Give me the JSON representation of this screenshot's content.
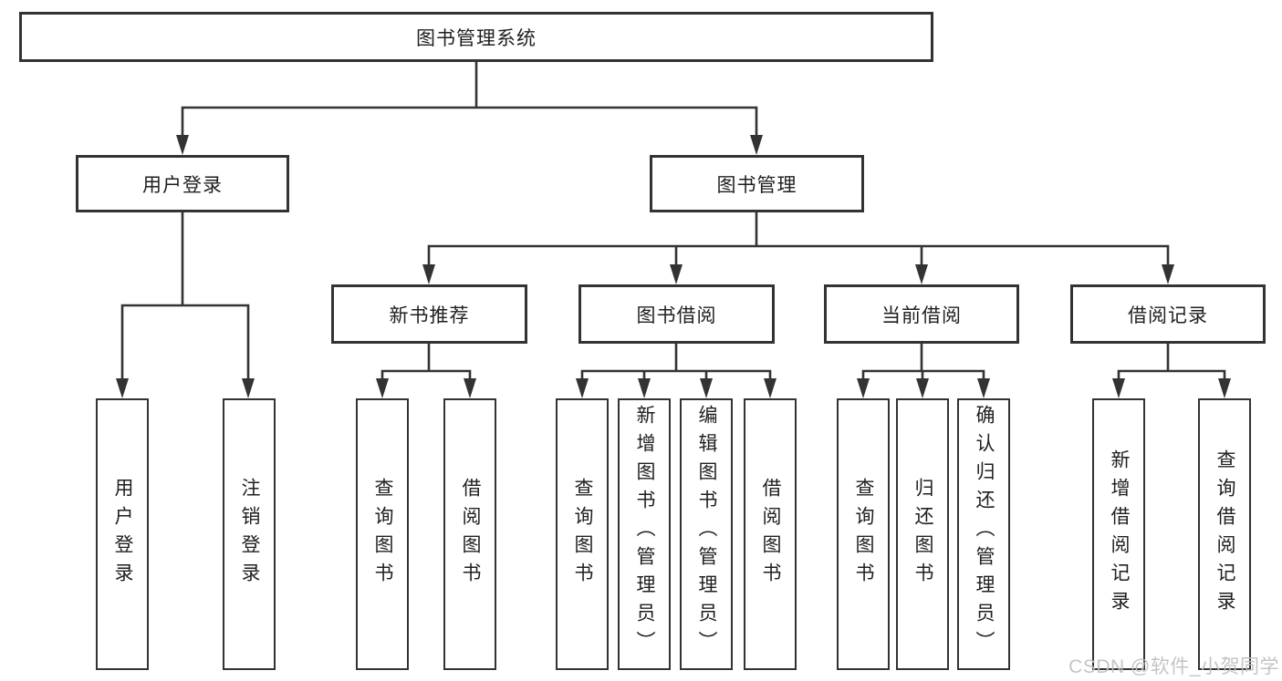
{
  "nodes": {
    "root": "图书管理系统",
    "user_login": "用户登录",
    "book_mgmt": "图书管理",
    "new_book_rec": "新书推荐",
    "book_borrow": "图书借阅",
    "current_borrow": "当前借阅",
    "borrow_records": "借阅记录",
    "leaves": {
      "user_login": [
        "用户登录",
        "注销登录"
      ],
      "new_book_rec": [
        "查询图书",
        "借阅图书"
      ],
      "book_borrow": [
        "查询图书",
        "新增图书（管理员）",
        "编辑图书（管理员）",
        "借阅图书"
      ],
      "current_borrow": [
        "查询图书",
        "归还图书",
        "确认归还（管理员）"
      ],
      "borrow_records": [
        "新增借阅记录",
        "查询借阅记录"
      ]
    }
  },
  "watermark": "CSDN @软件_小贺同学",
  "colors": {
    "line": "#333333",
    "box_border": "#333333",
    "text": "#1f1f1f",
    "background": "#ffffff",
    "watermark": "#bfbfbf"
  }
}
